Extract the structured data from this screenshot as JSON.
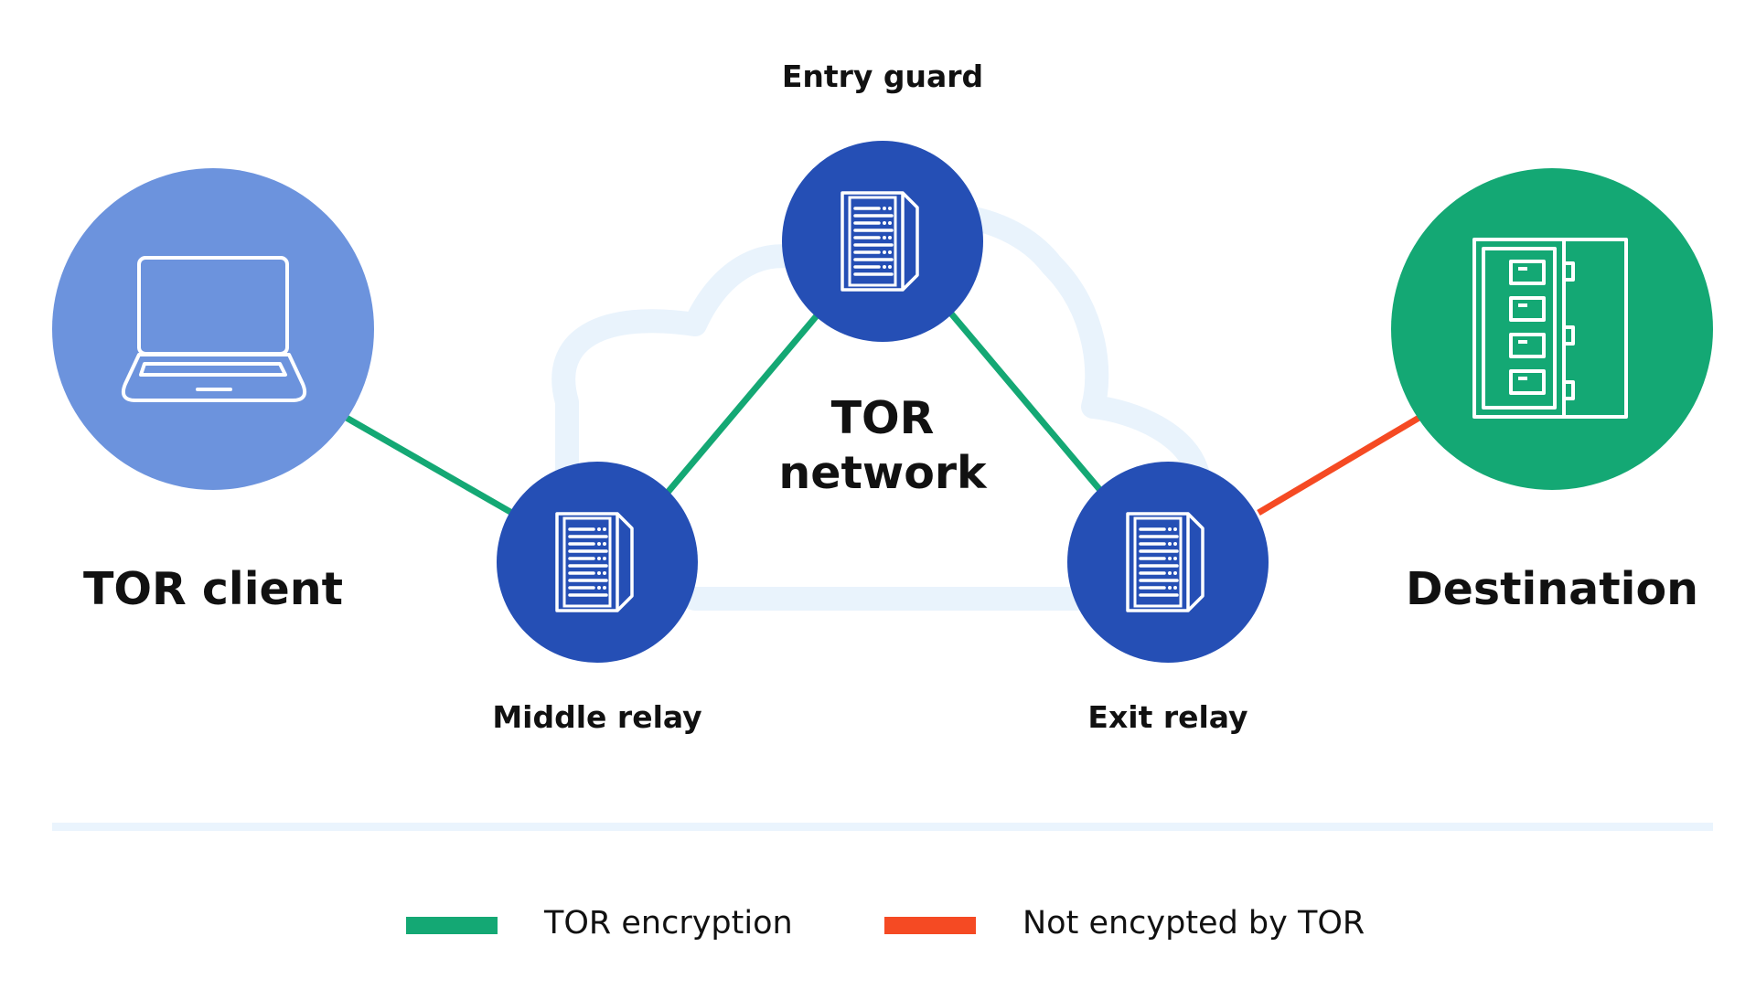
{
  "colors": {
    "tor_encryption": "#14a874",
    "not_encrypted": "#f54a23",
    "relay_fill": "#254fb5",
    "client_fill": "#6c93dd",
    "destination_fill": "#14a874",
    "cloud": "#e9f3fc",
    "divider": "#eaf4fd",
    "icon": "#ffffff"
  },
  "nodes": {
    "client": {
      "label": "TOR client",
      "icon": "laptop-icon"
    },
    "entry": {
      "label": "Entry guard",
      "icon": "server-rack-icon"
    },
    "middle": {
      "label": "Middle relay",
      "icon": "server-rack-icon"
    },
    "exit": {
      "label": "Exit relay",
      "icon": "server-rack-icon"
    },
    "destination": {
      "label": "Destination",
      "icon": "server-cabinet-icon"
    }
  },
  "network": {
    "line1": "TOR",
    "line2": "network"
  },
  "legend": [
    {
      "label": "TOR encryption",
      "color": "#14a874"
    },
    {
      "label": "Not encypted by TOR",
      "color": "#f54a23"
    }
  ]
}
